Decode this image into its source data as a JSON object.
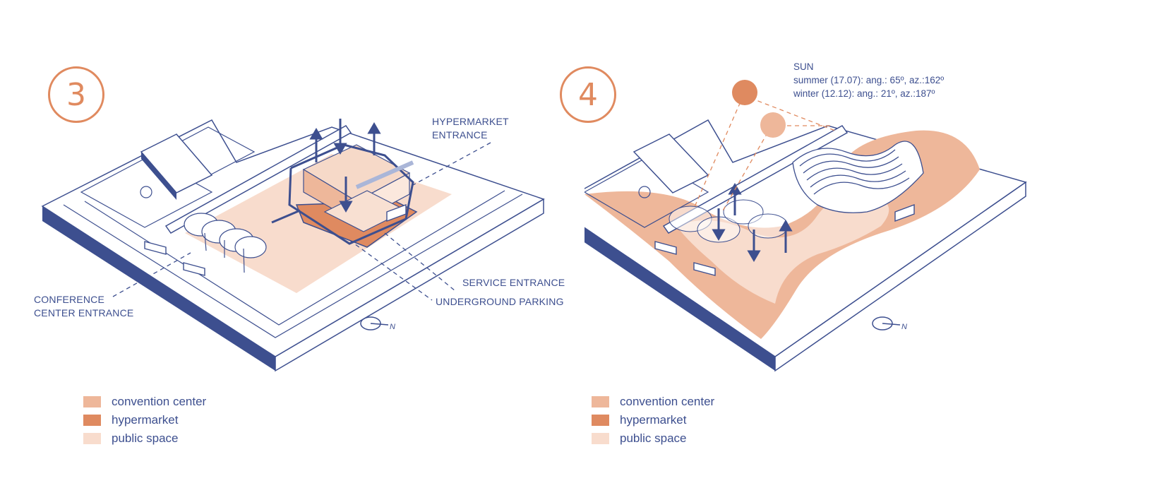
{
  "colors": {
    "outline": "#3d4f8f",
    "convention_center": "#eeb79a",
    "hypermarket": "#df8a60",
    "public_space": "#f8dccd",
    "accent": "#e08a5f"
  },
  "panels": [
    {
      "number": "3",
      "labels": {
        "hypermarket_entrance": [
          "HYPERMARKET",
          "ENTRANCE"
        ],
        "conference_entrance": [
          "CONFERENCE",
          "CENTER ENTRANCE"
        ],
        "service_entrance": "SERVICE ENTRANCE",
        "underground_parking": "UNDERGROUND PARKING"
      },
      "compass": "N",
      "legend": [
        {
          "label": "convention center",
          "color": "#eeb79a"
        },
        {
          "label": "hypermarket",
          "color": "#df8a60"
        },
        {
          "label": "public space",
          "color": "#f8dccd"
        }
      ]
    },
    {
      "number": "4",
      "sun": {
        "title": "SUN",
        "summer": "summer (17.07): ang.: 65º, az.:162º",
        "winter": "winter (12.12): ang.: 21º, az.:187º"
      },
      "compass": "N",
      "legend": [
        {
          "label": "convention center",
          "color": "#eeb79a"
        },
        {
          "label": "hypermarket",
          "color": "#df8a60"
        },
        {
          "label": "public space",
          "color": "#f8dccd"
        }
      ]
    }
  ]
}
